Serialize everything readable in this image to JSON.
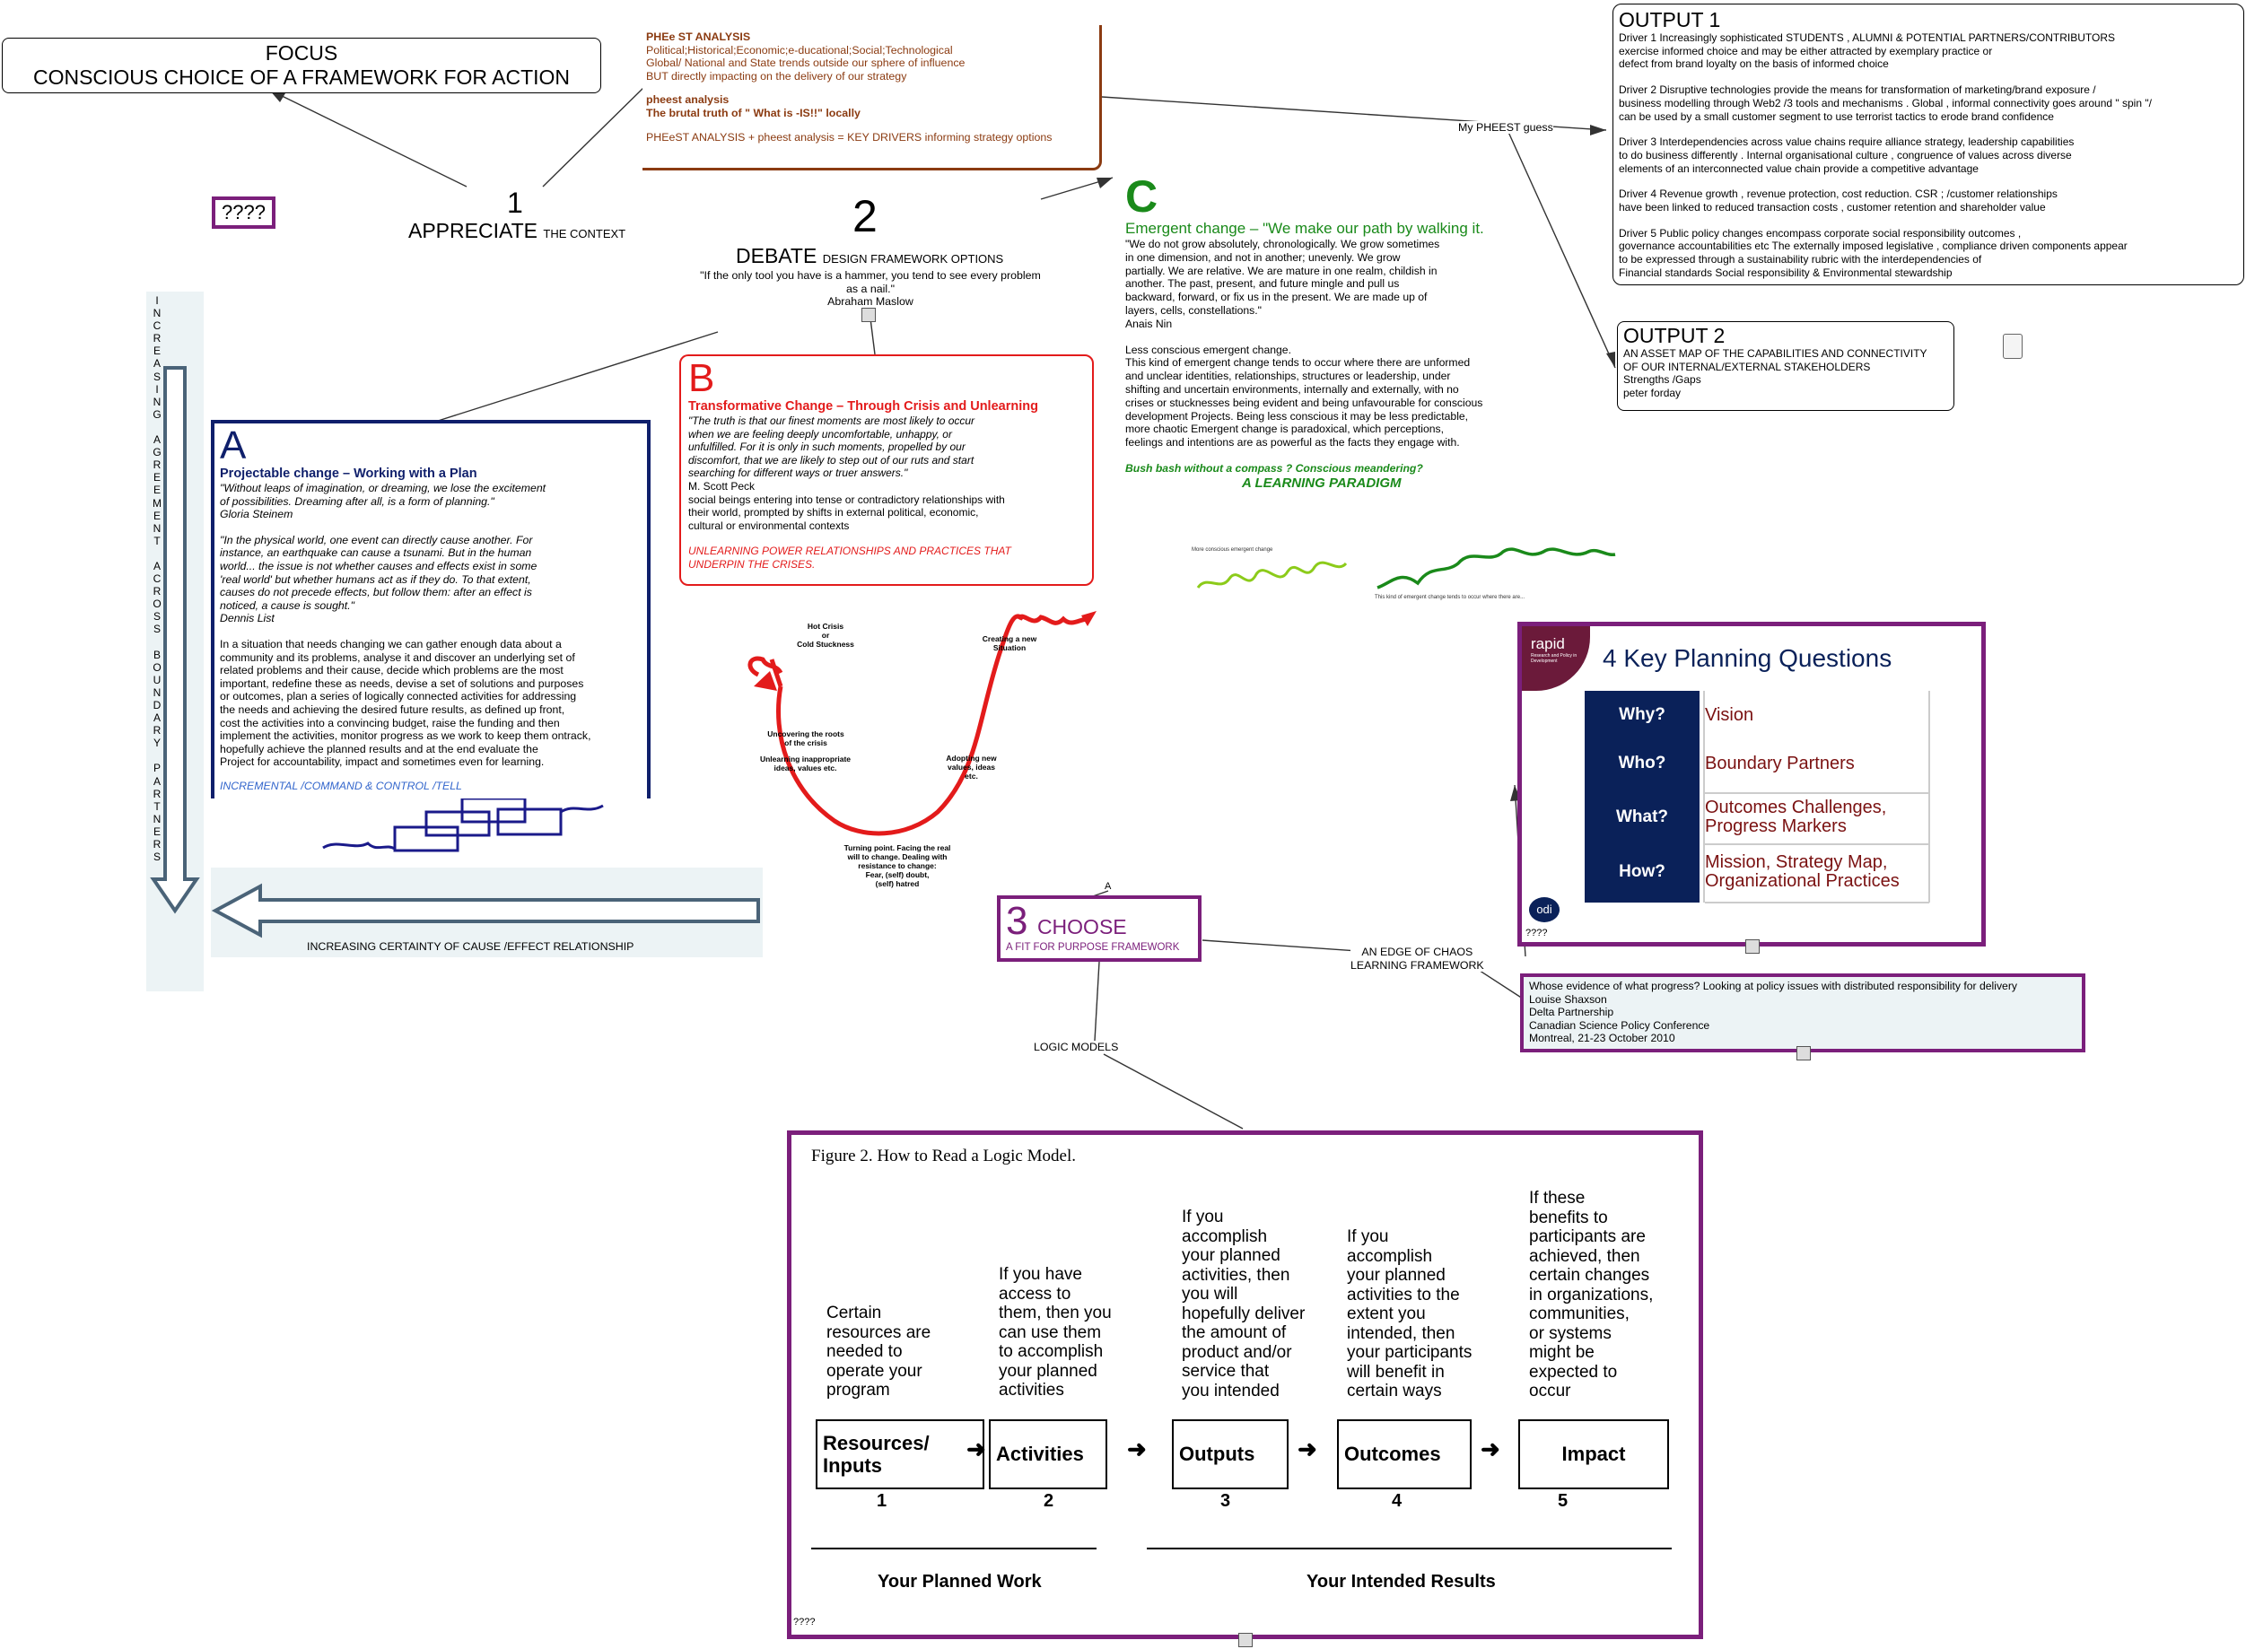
{
  "focus": {
    "title": "FOCUS",
    "subtitle": "CONSCIOUS CHOICE OF A FRAMEWORK FOR ACTION"
  },
  "appreciate": {
    "number": "1",
    "label": "APPRECIATE",
    "suffix": "THE CONTEXT"
  },
  "unknown_badge": "????",
  "pheest": {
    "title": "PHEe ST ANALYSIS",
    "body": "Political;Historical;Economic;e-ducational;Social;Technological\nGlobal/ National and State trends  outside our sphere of influence\nBUT directly impacting on the delivery of our strategy",
    "sub_title": "pheest analysis",
    "sub_body": "The brutal truth of \" What is -IS!!\" locally",
    "formula": "PHEeST ANALYSIS + pheest analysis = KEY DRIVERS  informing strategy options"
  },
  "debate": {
    "number": "2",
    "label": "DEBATE",
    "suffix": "DESIGN FRAMEWORK OPTIONS",
    "quote": "\"If the only tool you have is a hammer, you tend to see every problem as a nail.\"",
    "author": "Abraham Maslow"
  },
  "my_guess_label": "My PHEEST guess",
  "output1": {
    "title": "OUTPUT 1",
    "drivers": [
      "Driver 1      Increasingly sophisticated STUDENTS , ALUMNI & POTENTIAL PARTNERS/CONTRIBUTORS\n exercise informed choice and may be  either attracted by exemplary practice or\ndefect from brand loyalty  on the basis of informed choice",
      "Driver 2      Disruptive technologies provide the means  for transformation of marketing/brand exposure /\n business modelling through Web2 /3 tools and mechanisms . Global , informal connectivity goes around \" spin \"/\n can be used by a small customer segment to use terrorist tactics to erode brand confidence",
      "Driver 3      Interdependencies across value chains require alliance strategy, leadership capabilities\nto do business differently . Internal organisational culture , congruence of values across diverse\nelements of an interconnected value chain provide a competitive advantage",
      "Driver 4      Revenue growth , revenue protection, cost reduction. CSR ; /customer relationships\nhave been linked to reduced transaction costs , customer retention and shareholder value",
      "Driver 5      Public policy changes encompass corporate social responsibility outcomes ,\ngovernance accountabilities etc The externally imposed legislative , compliance driven components appear\nto be  expressed through a sustainability rubric with the interdependencies  of\nFinancial standards Social responsibility & Environmental stewardship"
    ]
  },
  "output2": {
    "title": "OUTPUT 2",
    "body": "AN ASSET MAP OF THE CAPABILITIES AND CONNECTIVITY\nOF OUR INTERNAL/EXTERNAL STAKEHOLDERS\nStrengths /Gaps\npeter forday"
  },
  "framework_c": {
    "letter": "C",
    "heading": "Emergent change – \"We make our path by walking it.",
    "quote": "\"We do not grow absolutely, chronologically. We grow sometimes\nin one dimension, and not in another; unevenly. We grow\npartially. We are relative. We are mature in one realm, childish in\nanother. The past, present, and future mingle and pull us\nbackward, forward, or fix us in the present. We are made up of\nlayers, cells, constellations.\"",
    "author": "Anais Nin",
    "body": "Less conscious emergent change.\nThis kind of emergent change tends to occur where there are unformed\nand unclear identities, relationships, structures or leadership, under\nshifting and uncertain environments, internally and externally, with no\ncrises or stucknesses being evident and being unfavourable for conscious\ndevelopment Projects. Being less conscious it may be less predictable,\nmore chaotic Emergent change is paradoxical, which perceptions,\nfeelings and intentions are as powerful as the facts they engage with.",
    "tag1": "Bush bash without a compass ? Conscious meandering?",
    "tag2": "A LEARNING PARADIGM",
    "img_caption1": "More conscious emergent change",
    "img_caption2": "This kind of emergent change tends to occur where there are..."
  },
  "framework_b": {
    "letter": "B",
    "heading": "Transformative Change – Through Crisis and Unlearning",
    "quote": "\"The truth is that our finest moments are most likely to occur\nwhen we are feeling deeply uncomfortable, unhappy, or\nunfulfilled. For it is only in such moments, propelled by our\ndiscomfort, that we are likely to step out of our ruts and start\nsearching for different ways or truer answers.\"",
    "author": "M. Scott Peck",
    "body": "social beings entering into tense or contradictory relationships with\n their world, prompted by shifts in external political, economic,\n cultural or environmental contexts",
    "footer": "UNLEARNING POWER RELATIONSHIPS AND PRACTICES THAT\nUNDERPIN THE CRISES."
  },
  "crisis_diagram": {
    "hot_crisis": "Hot Crisis\nor\nCold Stuckness",
    "creating": "Creating a new\nSituation",
    "uncovering": "Uncovering the roots\nof the crisis",
    "unlearning": "Unlearning inappropriate\nideas, values etc.",
    "adopting": "Adopting new\nvalues, ideas\netc.",
    "turning": "Turning point.  Facing the real\nwill to change. Dealing with\nresistance to change:\nFear, (self) doubt,\n(self) hatred"
  },
  "framework_a": {
    "letter": "A",
    "heading": "Projectable change – Working with a Plan",
    "quote1": "\"Without leaps of imagination, or dreaming, we lose the excitement\nof possibilities. Dreaming after all, is a form of planning.\"\nGloria Steinem",
    "quote2": "\"In the physical world, one event can directly cause another. For\ninstance, an earthquake can cause a tsunami. But in the human\nworld... the issue is not whether causes and effects exist in some\n'real world' but whether humans act as if they do. To that extent,\ncauses do not precede effects, but follow them: after an effect is\nnoticed, a cause is sought.\"\nDennis List",
    "body": "In a situation that needs changing we can gather enough data about a\ncommunity and its problems, analyse it and discover an underlying set of\nrelated problems and their cause, decide which problems are the most\nimportant, redefine these as needs, devise a set of solutions and purposes\nor outcomes, plan a series of logically connected activities for addressing\nthe needs and achieving the desired future results, as defined up front,\ncost the activities into a convincing budget, raise the funding and then\nimplement the activities, monitor progress as we work to keep them ontrack,\nhopefully achieve the planned results and at the end evaluate the\nProject for accountability, impact and sometimes even for learning.",
    "footer": "INCREMENTAL /COMMAND & CONTROL /TELL"
  },
  "vertical_axis": "INCREASING AGREEMENT ACROSS BOUNDARY PARTNERS",
  "horizontal_axis": "INCREASING CERTAINTY OF CAUSE /EFFECT RELATIONSHIP",
  "choose": {
    "number": "3",
    "label": "CHOOSE",
    "suffix": "A FIT FOR PURPOSE FRAMEWORK",
    "above": "A"
  },
  "edge_label": "AN EDGE OF CHAOS\nLEARNING FRAMEWORK",
  "logic_label": "LOGIC MODELS",
  "key_questions": {
    "brand": "rapid",
    "brand_sub": "Research and Policy in Development",
    "title": "4 Key Planning Questions",
    "rows": [
      {
        "q": "Why?",
        "a": "Vision"
      },
      {
        "q": "Who?",
        "a": "Boundary Partners"
      },
      {
        "q": "What?",
        "a": "Outcomes Challenges,\nProgress Markers"
      },
      {
        "q": "How?",
        "a": "Mission, Strategy Map,\nOrganizational Practices"
      }
    ],
    "logo": "odi",
    "caption": "????"
  },
  "evidence": {
    "text": "Whose evidence of what progress? Looking at policy issues with distributed responsibility for delivery\nLouise Shaxson\nDelta Partnership\nCanadian Science Policy Conference\nMontreal, 21-23 October 2010"
  },
  "logic_model": {
    "figure_title": "Figure 2. How to Read a Logic Model.",
    "tops": [
      "Certain\nresources are\nneeded to\noperate your\nprogram",
      "If you have\naccess to\nthem, then you\ncan use them\nto accomplish\nyour planned\nactivities",
      "If you\naccomplish\nyour planned\nactivities, then\nyou will\nhopefully deliver\nthe amount of\nproduct and/or\nservice that\nyou intended",
      "If you\naccomplish\nyour planned\nactivities to the\nextent you\nintended, then\nyour participants\nwill benefit in\ncertain ways",
      "If these\nbenefits to\nparticipants are\nachieved, then\ncertain changes\nin organizations,\ncommunities,\nor systems\nmight be\nexpected to\noccur"
    ],
    "boxes": [
      "Resources/\nInputs",
      "Activities",
      "Outputs",
      "Outcomes",
      "Impact"
    ],
    "numbers": [
      "1",
      "2",
      "3",
      "4",
      "5"
    ],
    "planned": "Your Planned Work",
    "intended": "Your Intended Results",
    "caption": "????"
  },
  "colors": {
    "purple": "#7b1f7b",
    "navy": "#0f1f6b",
    "red": "#e31b1b",
    "green": "#1a8a1a",
    "brown": "#8b3b11",
    "kq_navy": "#0a2159"
  }
}
